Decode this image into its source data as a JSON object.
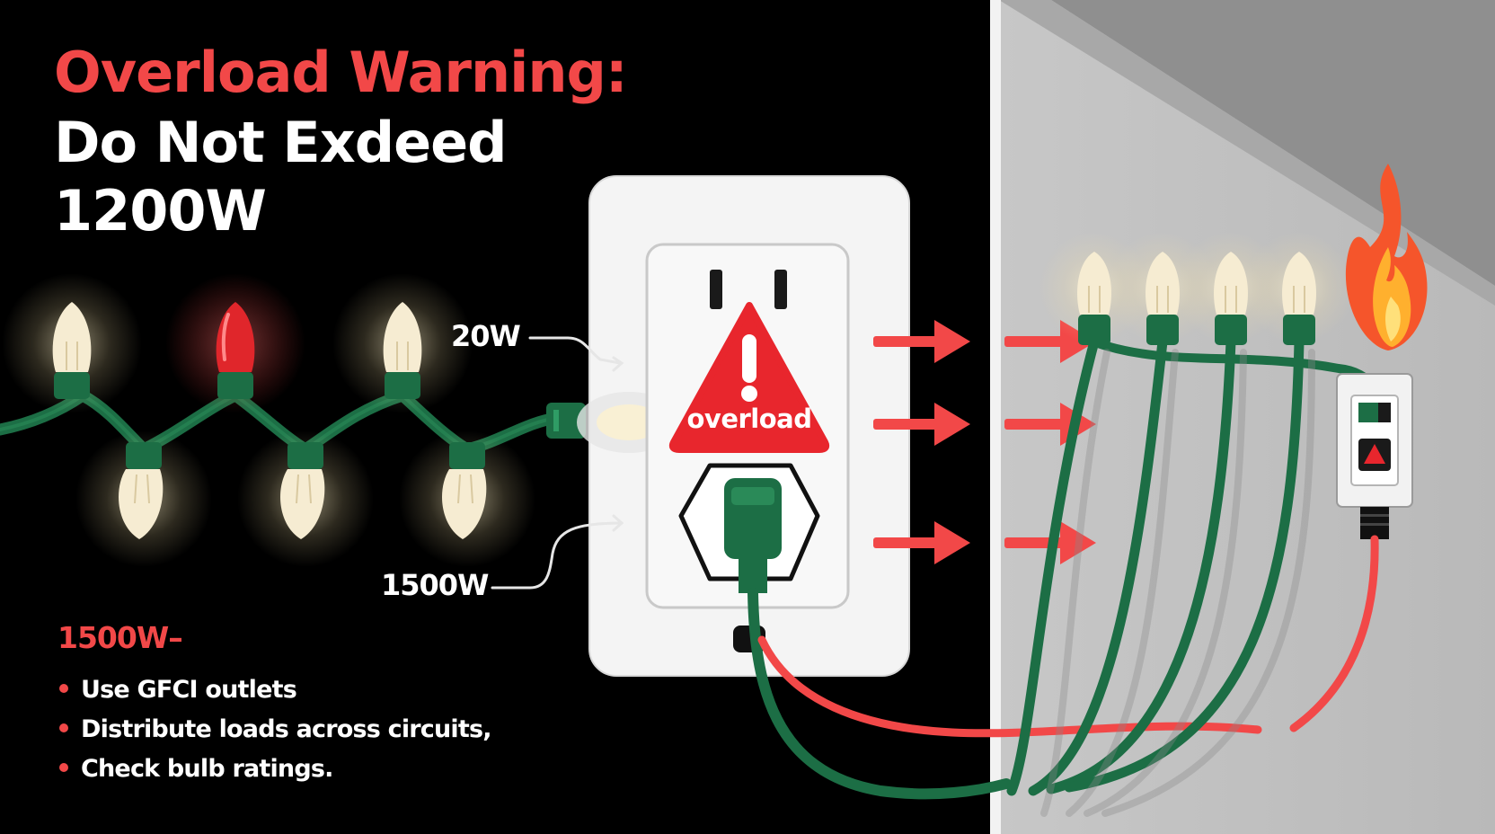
{
  "headline": {
    "line1": "Overload Warning:",
    "line2": "Do Not Exdeed",
    "line3": "1200W"
  },
  "callouts": {
    "upper": "20W",
    "lower": "1500W"
  },
  "warning_badge": {
    "label": "overload"
  },
  "tips": {
    "heading": "1500W–",
    "items": [
      "Use GFCI outlets",
      "Distribute loads across circuits,",
      "Check bulb ratings."
    ]
  },
  "colors": {
    "accent_red": "#F24848",
    "text_white": "#FFFFFF",
    "wire_green": "#1C6E45",
    "panel_black": "#000000",
    "wall_gray": "#BDBDBD"
  },
  "icons": [
    "warning-triangle-icon",
    "flame-icon",
    "arrow-right-icon",
    "bulb-icon",
    "plug-icon"
  ]
}
